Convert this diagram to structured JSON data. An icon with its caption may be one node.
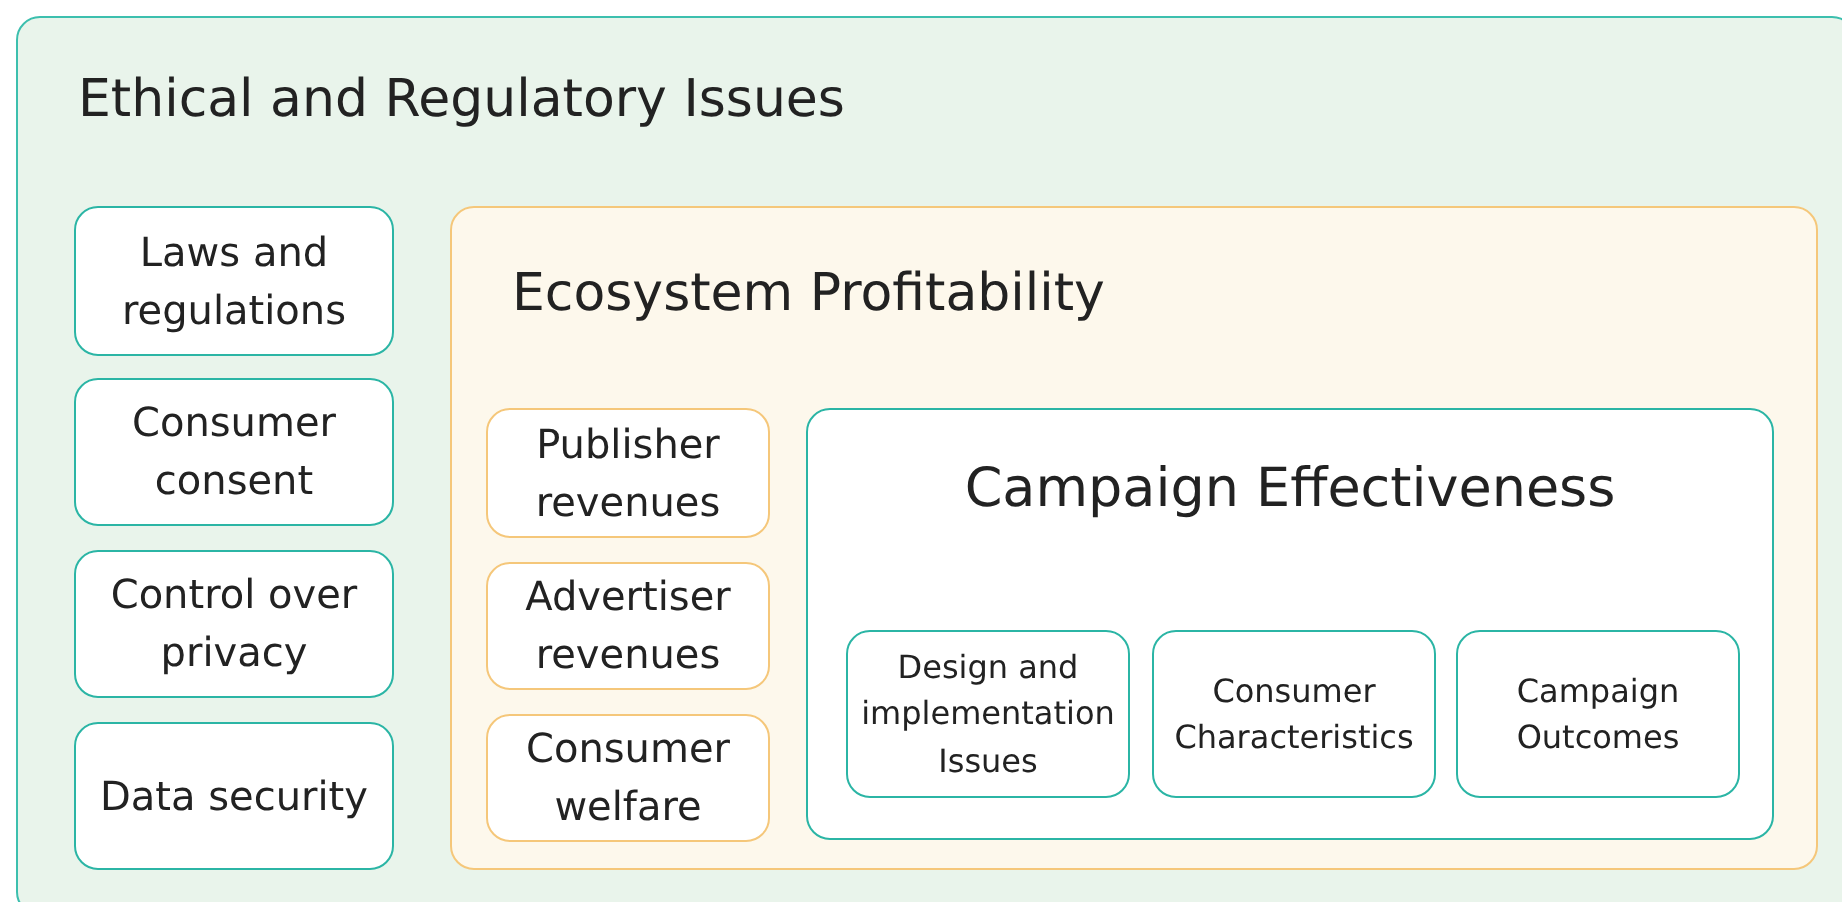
{
  "diagram": {
    "nodes": [
      {
        "text": [
          "Ethical and Regulatory Issues"
        ]
      },
      {
        "text": [
          "Laws and regulations"
        ],
        "in": 0
      },
      {
        "text": [
          "Consumer consent"
        ],
        "in": 0
      },
      {
        "text": [
          "Control over privacy"
        ],
        "in": 0
      },
      {
        "text": [
          "Data security"
        ],
        "in": 0
      },
      {
        "text": [
          "Ecosystem Profitability"
        ],
        "in": 0
      },
      {
        "text": [
          "Publisher revenues"
        ],
        "in": 5
      },
      {
        "text": [
          "Advertiser revenues"
        ],
        "in": 5
      },
      {
        "text": [
          "Consumer welfare"
        ],
        "in": 5
      },
      {
        "text": [
          "Campaign Effectiveness"
        ],
        "in": 5
      },
      {
        "text": [
          "Design and implementation Issues"
        ],
        "in": 9
      },
      {
        "text": [
          "Consumer Characteristics"
        ],
        "in": 9
      },
      {
        "text": [
          "Campaign Outcomes"
        ],
        "in": 9
      }
    ],
    "edges": []
  }
}
